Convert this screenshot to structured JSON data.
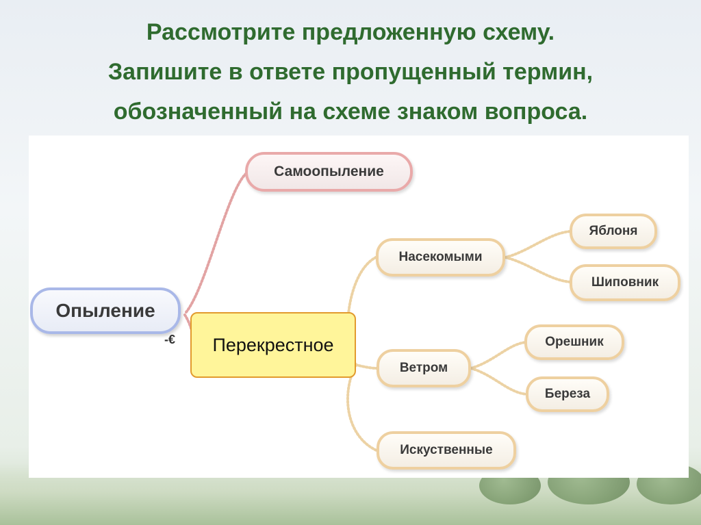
{
  "title": {
    "line1": "Рассмотрите предложенную схему.",
    "line2": "Запишите в ответе пропущенный термин,",
    "line3": "обозначенный на схеме знаком вопроса."
  },
  "diagram": {
    "root": "Опыление",
    "collapse_marker": "-€",
    "self_pollination": "Самоопыление",
    "answer": "Перекрестное",
    "insects": "Насекомыми",
    "apple": "Яблоня",
    "rosehip": "Шиповник",
    "wind": "Ветром",
    "hazel": "Орешник",
    "birch": "Береза",
    "artificial": "Искуственные"
  },
  "colors": {
    "title": "#2f6b2f",
    "root_border": "#a9b8e8",
    "self_border": "#e9a9a9",
    "sub_border": "#eed0a0",
    "answer_fill": "#fff59a",
    "answer_border": "#e29a2d"
  }
}
